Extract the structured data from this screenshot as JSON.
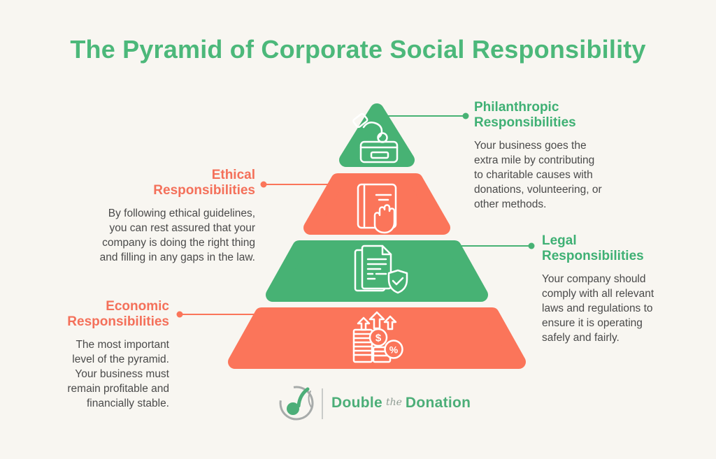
{
  "title": "The Pyramid of Corporate Social Responsibility",
  "colors": {
    "background": "#f8f6f1",
    "green": "#47b274",
    "coral": "#fb755a",
    "title_text": "#4cb87a",
    "green_heading": "#3fb074",
    "coral_heading": "#f4705a",
    "body_text": "#4a4a4a",
    "icon_stroke": "#ffffff",
    "logo_green": "#4cae78",
    "logo_gray": "#a7abaa"
  },
  "levels": [
    {
      "name": "Philanthropic",
      "heading": "Philanthropic\nResponsibilities",
      "body": "Your business goes the\nextra mile by contributing\nto charitable causes with\ndonations, volunteering, or\nother methods.",
      "color": "#47b274",
      "icon": "donation-box-icon",
      "label_side": "right"
    },
    {
      "name": "Ethical",
      "heading": "Ethical\nResponsibilities",
      "body": "By following ethical guidelines,\nyou can rest assured that your\ncompany is doing the right thing\nand filling in any gaps in the law.",
      "color": "#fb755a",
      "icon": "hand-on-book-icon",
      "label_side": "left"
    },
    {
      "name": "Legal",
      "heading": "Legal\nResponsibilities",
      "body": "Your company should\ncomply with all relevant\nlaws and regulations to\nensure it is operating\nsafely and fairly.",
      "color": "#47b274",
      "icon": "document-shield-icon",
      "label_side": "right"
    },
    {
      "name": "Economic",
      "heading": "Economic\nResponsibilities",
      "body": "The most important\nlevel of the pyramid.\nYour business must\nremain profitable and\nfinancially stable.",
      "color": "#fb755a",
      "icon": "coins-growth-icon",
      "label_side": "left"
    }
  ],
  "icon_glyphs": {
    "dollar": "$",
    "percent": "%"
  },
  "logo": {
    "word1": "Double",
    "word2": "the",
    "word3": "Donation"
  }
}
